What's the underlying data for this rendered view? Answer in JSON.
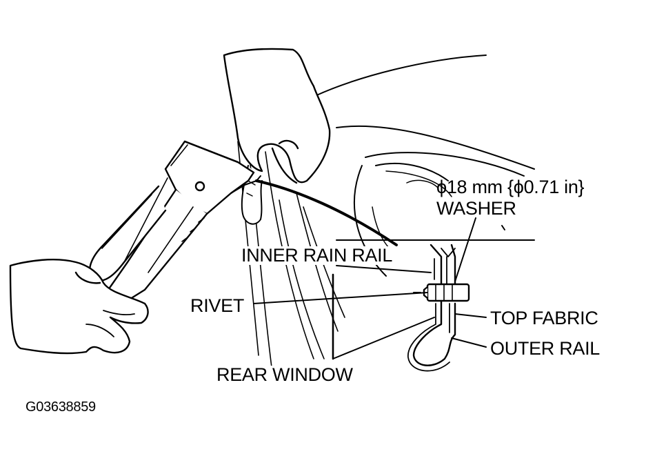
{
  "labels": {
    "washer_size": "ϕ18 mm {ϕ0.71 in}",
    "washer": "WASHER",
    "inner_rain_rail": "INNER RAIN RAIL",
    "rivet": "RIVET",
    "top_fabric": "TOP FABRIC",
    "outer_rail": "OUTER RAIL",
    "rear_window": "REAR WINDOW"
  },
  "figure_id": "G03638859",
  "colors": {
    "ink": "#000000",
    "background": "#ffffff"
  }
}
